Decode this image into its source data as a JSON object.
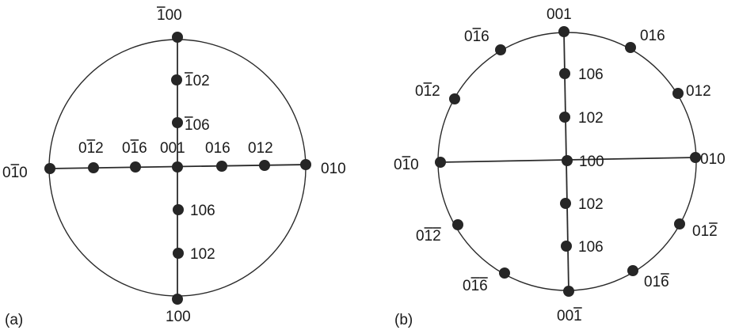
{
  "panels": [
    {
      "id": "a",
      "caption": "(a)",
      "poles": [
        {
          "key": "top",
          "segs": [
            [
              "1",
              true
            ],
            [
              "00",
              false
            ]
          ]
        },
        {
          "key": "t1",
          "segs": [
            [
              "1",
              true
            ],
            [
              "02",
              false
            ]
          ]
        },
        {
          "key": "t2",
          "segs": [
            [
              "1",
              true
            ],
            [
              "06",
              false
            ]
          ]
        },
        {
          "key": "left",
          "segs": [
            [
              "0",
              false
            ],
            [
              "1",
              true
            ],
            [
              "0",
              false
            ]
          ]
        },
        {
          "key": "l1",
          "segs": [
            [
              "0",
              false
            ],
            [
              "1",
              true
            ],
            [
              "2",
              false
            ]
          ]
        },
        {
          "key": "l2",
          "segs": [
            [
              "0",
              false
            ],
            [
              "1",
              true
            ],
            [
              "6",
              false
            ]
          ]
        },
        {
          "key": "center",
          "segs": [
            [
              "001",
              false
            ]
          ]
        },
        {
          "key": "r2",
          "segs": [
            [
              "016",
              false
            ]
          ]
        },
        {
          "key": "r1",
          "segs": [
            [
              "012",
              false
            ]
          ]
        },
        {
          "key": "right",
          "segs": [
            [
              "010",
              false
            ]
          ]
        },
        {
          "key": "b2",
          "segs": [
            [
              "106",
              false
            ]
          ]
        },
        {
          "key": "b1",
          "segs": [
            [
              "102",
              false
            ]
          ]
        },
        {
          "key": "bottom",
          "segs": [
            [
              "100",
              false
            ]
          ]
        }
      ]
    },
    {
      "id": "b",
      "caption": "(b)",
      "poles": [
        {
          "key": "top",
          "segs": [
            [
              "001",
              false
            ]
          ]
        },
        {
          "key": "ul16",
          "segs": [
            [
              "0",
              false
            ],
            [
              "1",
              true
            ],
            [
              "6",
              false
            ]
          ]
        },
        {
          "key": "ur16",
          "segs": [
            [
              "016",
              false
            ]
          ]
        },
        {
          "key": "ul12",
          "segs": [
            [
              "0",
              false
            ],
            [
              "1",
              true
            ],
            [
              "2",
              false
            ]
          ]
        },
        {
          "key": "ur12",
          "segs": [
            [
              "012",
              false
            ]
          ]
        },
        {
          "key": "v1",
          "segs": [
            [
              "106",
              false
            ]
          ]
        },
        {
          "key": "v2",
          "segs": [
            [
              "102",
              false
            ]
          ]
        },
        {
          "key": "left",
          "segs": [
            [
              "0",
              false
            ],
            [
              "1",
              true
            ],
            [
              "0",
              false
            ]
          ]
        },
        {
          "key": "center",
          "segs": [
            [
              "100",
              false
            ]
          ]
        },
        {
          "key": "right",
          "segs": [
            [
              "010",
              false
            ]
          ]
        },
        {
          "key": "v3",
          "segs": [
            [
              "102",
              false
            ]
          ]
        },
        {
          "key": "v4",
          "segs": [
            [
              "106",
              false
            ]
          ]
        },
        {
          "key": "ll12",
          "segs": [
            [
              "0",
              false
            ],
            [
              "1",
              true
            ],
            [
              "2",
              true
            ]
          ]
        },
        {
          "key": "lr12",
          "segs": [
            [
              "0",
              false
            ],
            [
              "1",
              false
            ],
            [
              "2",
              true
            ]
          ]
        },
        {
          "key": "ll16",
          "segs": [
            [
              "0",
              false
            ],
            [
              "1",
              true
            ],
            [
              "6",
              true
            ]
          ]
        },
        {
          "key": "lr16",
          "segs": [
            [
              "0",
              false
            ],
            [
              "1",
              false
            ],
            [
              "6",
              true
            ]
          ]
        },
        {
          "key": "bottom",
          "segs": [
            [
              "00",
              false
            ],
            [
              "1",
              true
            ]
          ]
        }
      ]
    }
  ]
}
